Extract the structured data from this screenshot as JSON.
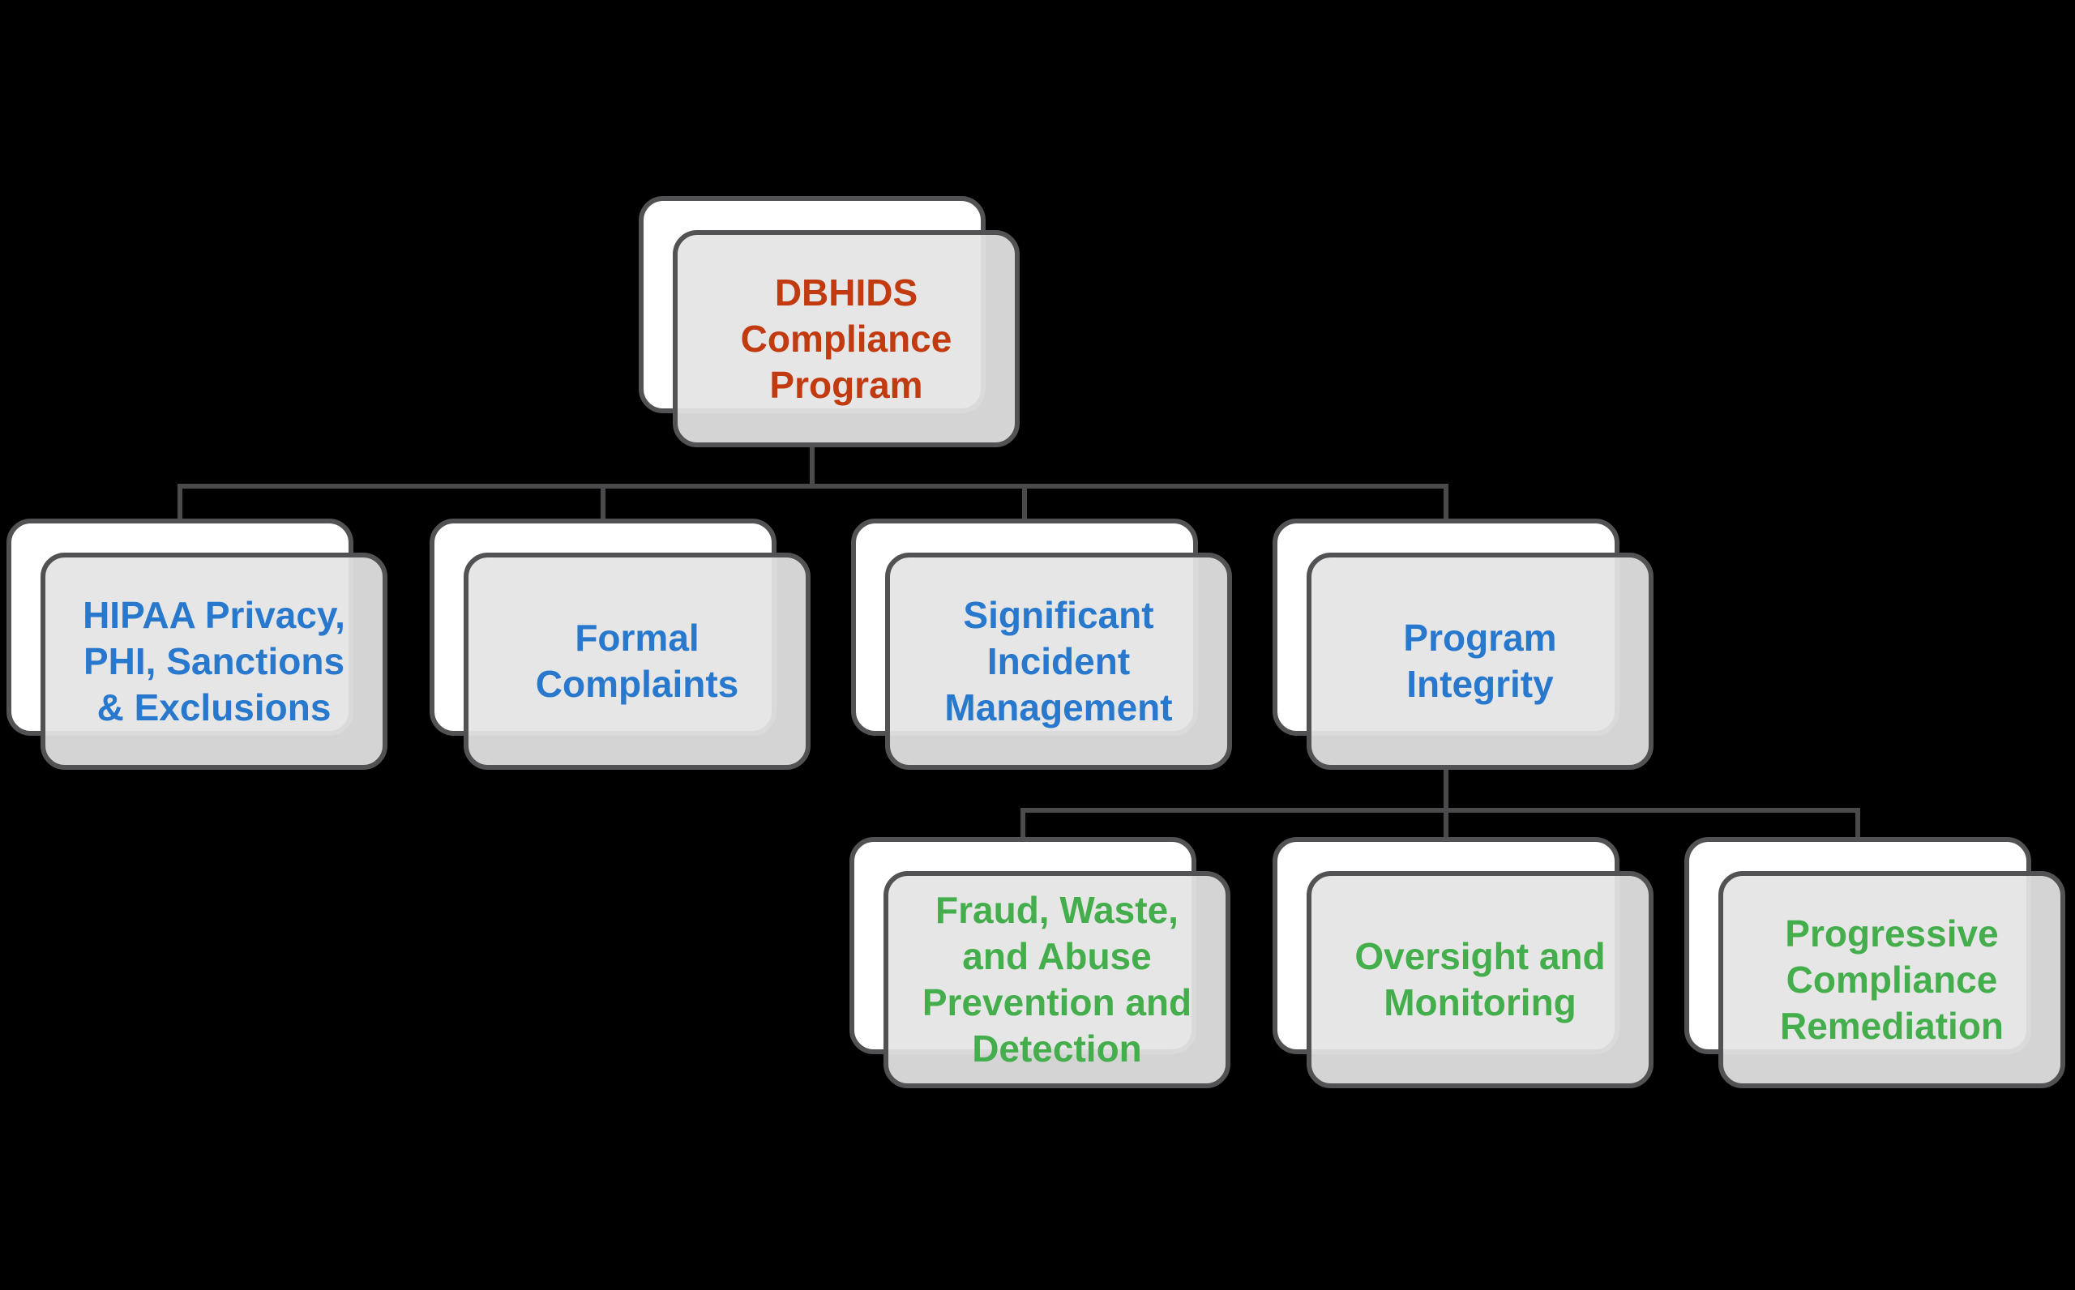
{
  "styles": {
    "background": "#000000",
    "card_back_fill": "#FFFFFF",
    "card_front_fill": "rgba(228,228,228,0.93)",
    "card_border": "#525255",
    "connector": "#4A4A4C",
    "level_colors": {
      "1": "#C23A10",
      "2": "#2878CE",
      "3": "#45AE4C"
    }
  },
  "nodes": {
    "root": {
      "label": "DBHIDS\nCompliance\nProgram",
      "level": "1"
    },
    "hipaa": {
      "label": "HIPAA Privacy,\nPHI, Sanctions\n& Exclusions",
      "level": "2"
    },
    "formal": {
      "label": "Formal\nComplaints",
      "level": "2"
    },
    "incident": {
      "label": "Significant\nIncident\nManagement",
      "level": "2"
    },
    "integrity": {
      "label": "Program\nIntegrity",
      "level": "2"
    },
    "fraud": {
      "label": "Fraud, Waste,\nand Abuse\nPrevention and\nDetection",
      "level": "3"
    },
    "oversight": {
      "label": "Oversight and\nMonitoring",
      "level": "3"
    },
    "remediation": {
      "label": "Progressive\nCompliance\nRemediation",
      "level": "3"
    }
  }
}
